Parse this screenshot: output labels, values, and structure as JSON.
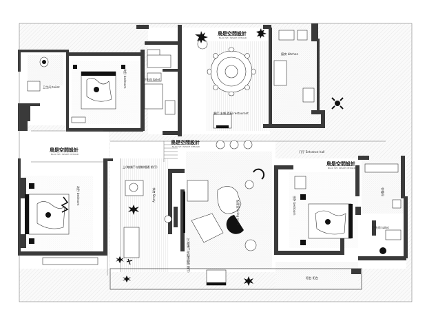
{
  "brand": {
    "name": "鳥是空間設計",
    "subtitle": "NIAO SHI SPACE DESIGN"
  },
  "rooms": {
    "kitchen": "廚房 kitchen",
    "restaurant": "餐厅 水吧 西厨 restaurant",
    "bath_top_left": "卫生间 toilet",
    "bath_top_mid": "卫生间 toilet",
    "bedroom_top": "次卧 bedroom",
    "bedroom_left": "次卧 bedroom",
    "living_room": "起居室 living room",
    "master_bedroom": "主卧 bedroom",
    "cloakroom": "衣帽间",
    "bath_right": "卫生间 toilet",
    "entrance": "门厅 Entrance hall",
    "study": "书房 Study",
    "balcony_right": "阳台 阳台",
    "stair_note_top": "上(电梯厅与楼梯相通 前厅)",
    "stair_note_bottom": "上(电梯厅与楼梯相通 前厅)"
  },
  "icons": {
    "compass": "compass-icon"
  }
}
